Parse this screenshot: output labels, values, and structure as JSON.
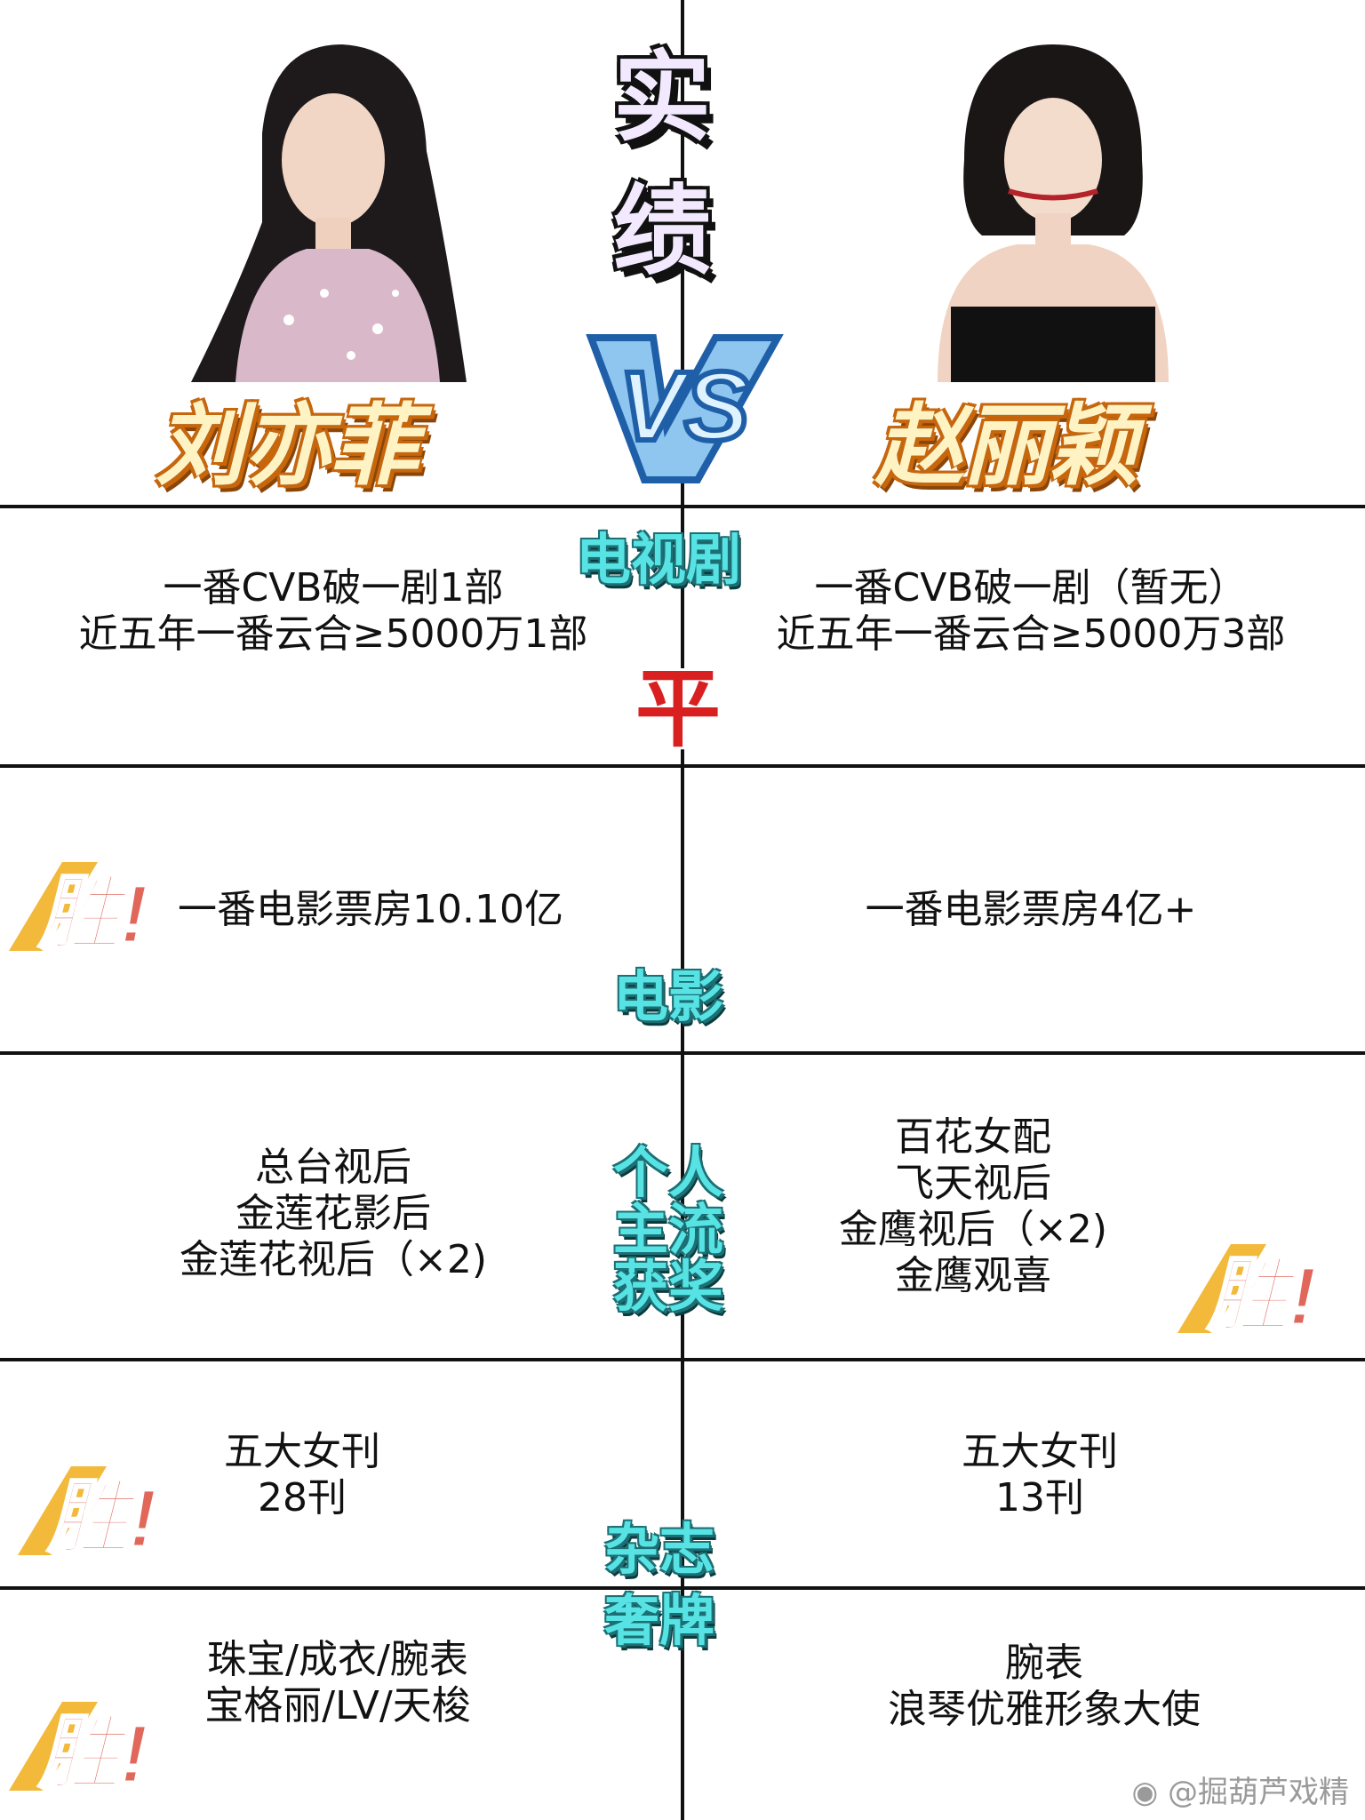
{
  "header": {
    "title_top": "实",
    "title_bottom": "绩",
    "vs_text": "VS",
    "left_name": "刘亦菲",
    "right_name": "赵丽颖"
  },
  "categories": {
    "tv": "电视剧",
    "movie": "电影",
    "award_1": "个人",
    "award_2": "主流",
    "award_3": "获奖",
    "magazine": "杂志",
    "luxury": "奢牌"
  },
  "tv": {
    "left_line1": "一番CVB破一剧1部",
    "left_line2": "近五年一番云合≥5000万1部",
    "right_line1": "一番CVB破一剧（暂无）",
    "right_line2": "近五年一番云合≥5000万3部",
    "verdict": "平"
  },
  "movie": {
    "left": "一番电影票房10.10亿",
    "right": "一番电影票房4亿+"
  },
  "awards": {
    "left": [
      "总台视后",
      "金莲花影后",
      "金莲花视后（×2)"
    ],
    "right": [
      "百花女配",
      "飞天视后",
      "金鹰视后（×2)",
      "金鹰观喜"
    ]
  },
  "magazine": {
    "left_line1": "五大女刊",
    "left_line2": "28刊",
    "right_line1": "五大女刊",
    "right_line2": "13刊"
  },
  "luxury": {
    "left_line1": "珠宝/成衣/腕表",
    "left_line2": "宝格丽/LV/天梭",
    "right_line1": "腕表",
    "right_line2": "浪琴优雅形象大使"
  },
  "win_label": "胜!",
  "watermark": "@掘葫芦戏精",
  "colors": {
    "name_fill": "#fff3c4",
    "name_outline": "#c8660c",
    "category_fill": "#57e3e3",
    "category_outline": "#1c6f74",
    "win_red": "#e0675a",
    "win_yellow": "#f2b93a",
    "tie_red": "#d92020"
  }
}
